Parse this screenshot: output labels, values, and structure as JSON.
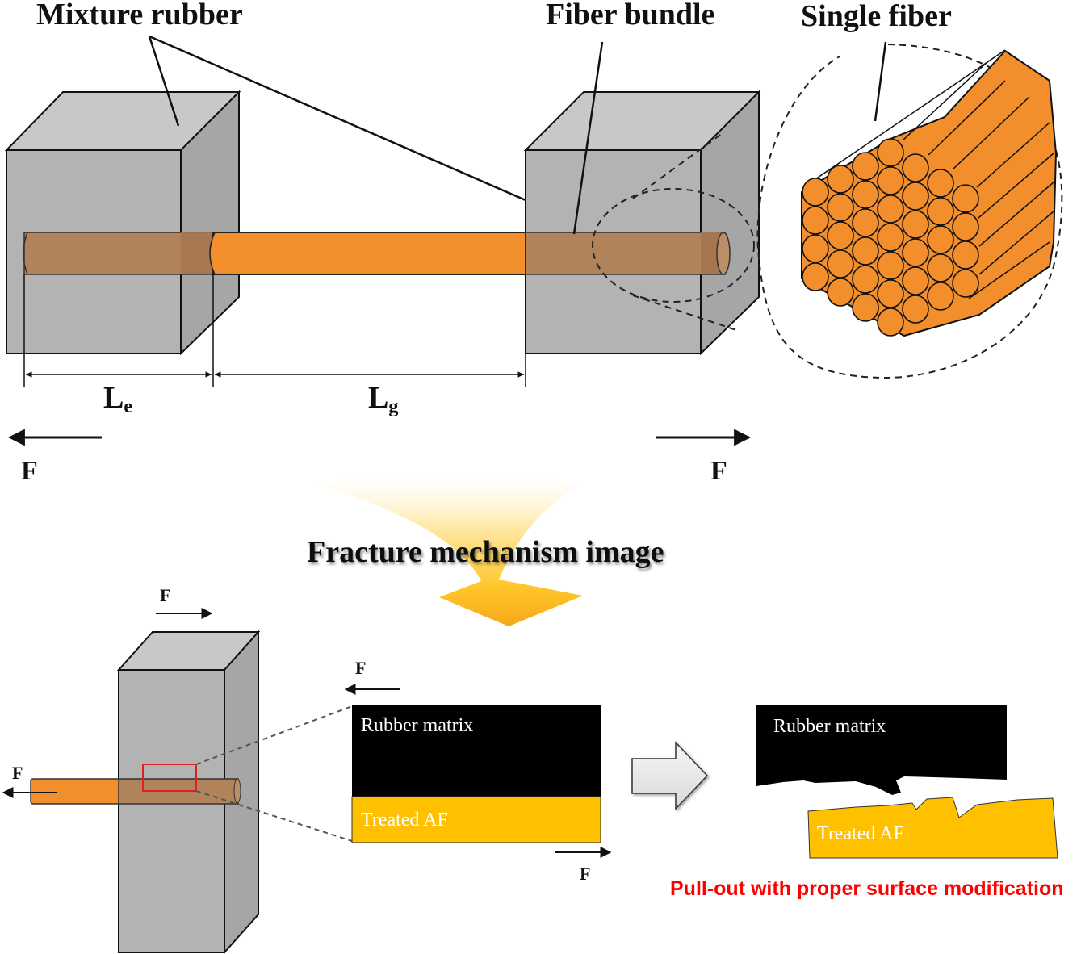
{
  "top_diagram": {
    "labels": {
      "mixture_rubber": "Mixture rubber",
      "fiber_bundle": "Fiber bundle",
      "single_fiber": "Single fiber"
    },
    "dimensions": {
      "embedded_length": {
        "main": "L",
        "sub": "e"
      },
      "gauge_length": {
        "main": "L",
        "sub": "g"
      }
    },
    "forces": {
      "left": "F",
      "right": "F"
    }
  },
  "transition": {
    "title": "Fracture mechanism image"
  },
  "bottom_diagram": {
    "forces": {
      "block_top": "F",
      "fiber_left": "F",
      "interface_top": "F",
      "interface_bottom": "F"
    },
    "interface_before": {
      "matrix_label": "Rubber matrix",
      "fiber_label": "Treated AF"
    },
    "interface_after": {
      "matrix_label": "Rubber matrix",
      "fiber_label": "Treated AF"
    },
    "caption": "Pull-out with proper surface modification"
  },
  "colors": {
    "rubber_front": "#b3b3b3",
    "rubber_top": "#c8c8c8",
    "rubber_side": "#a6a6a6",
    "fiber_orange": "#f28e2b",
    "fiber_embedded": "#b0835a",
    "treated_af": "#ffc000",
    "rubber_matrix": "#000000",
    "caption_red": "#ff0000"
  }
}
